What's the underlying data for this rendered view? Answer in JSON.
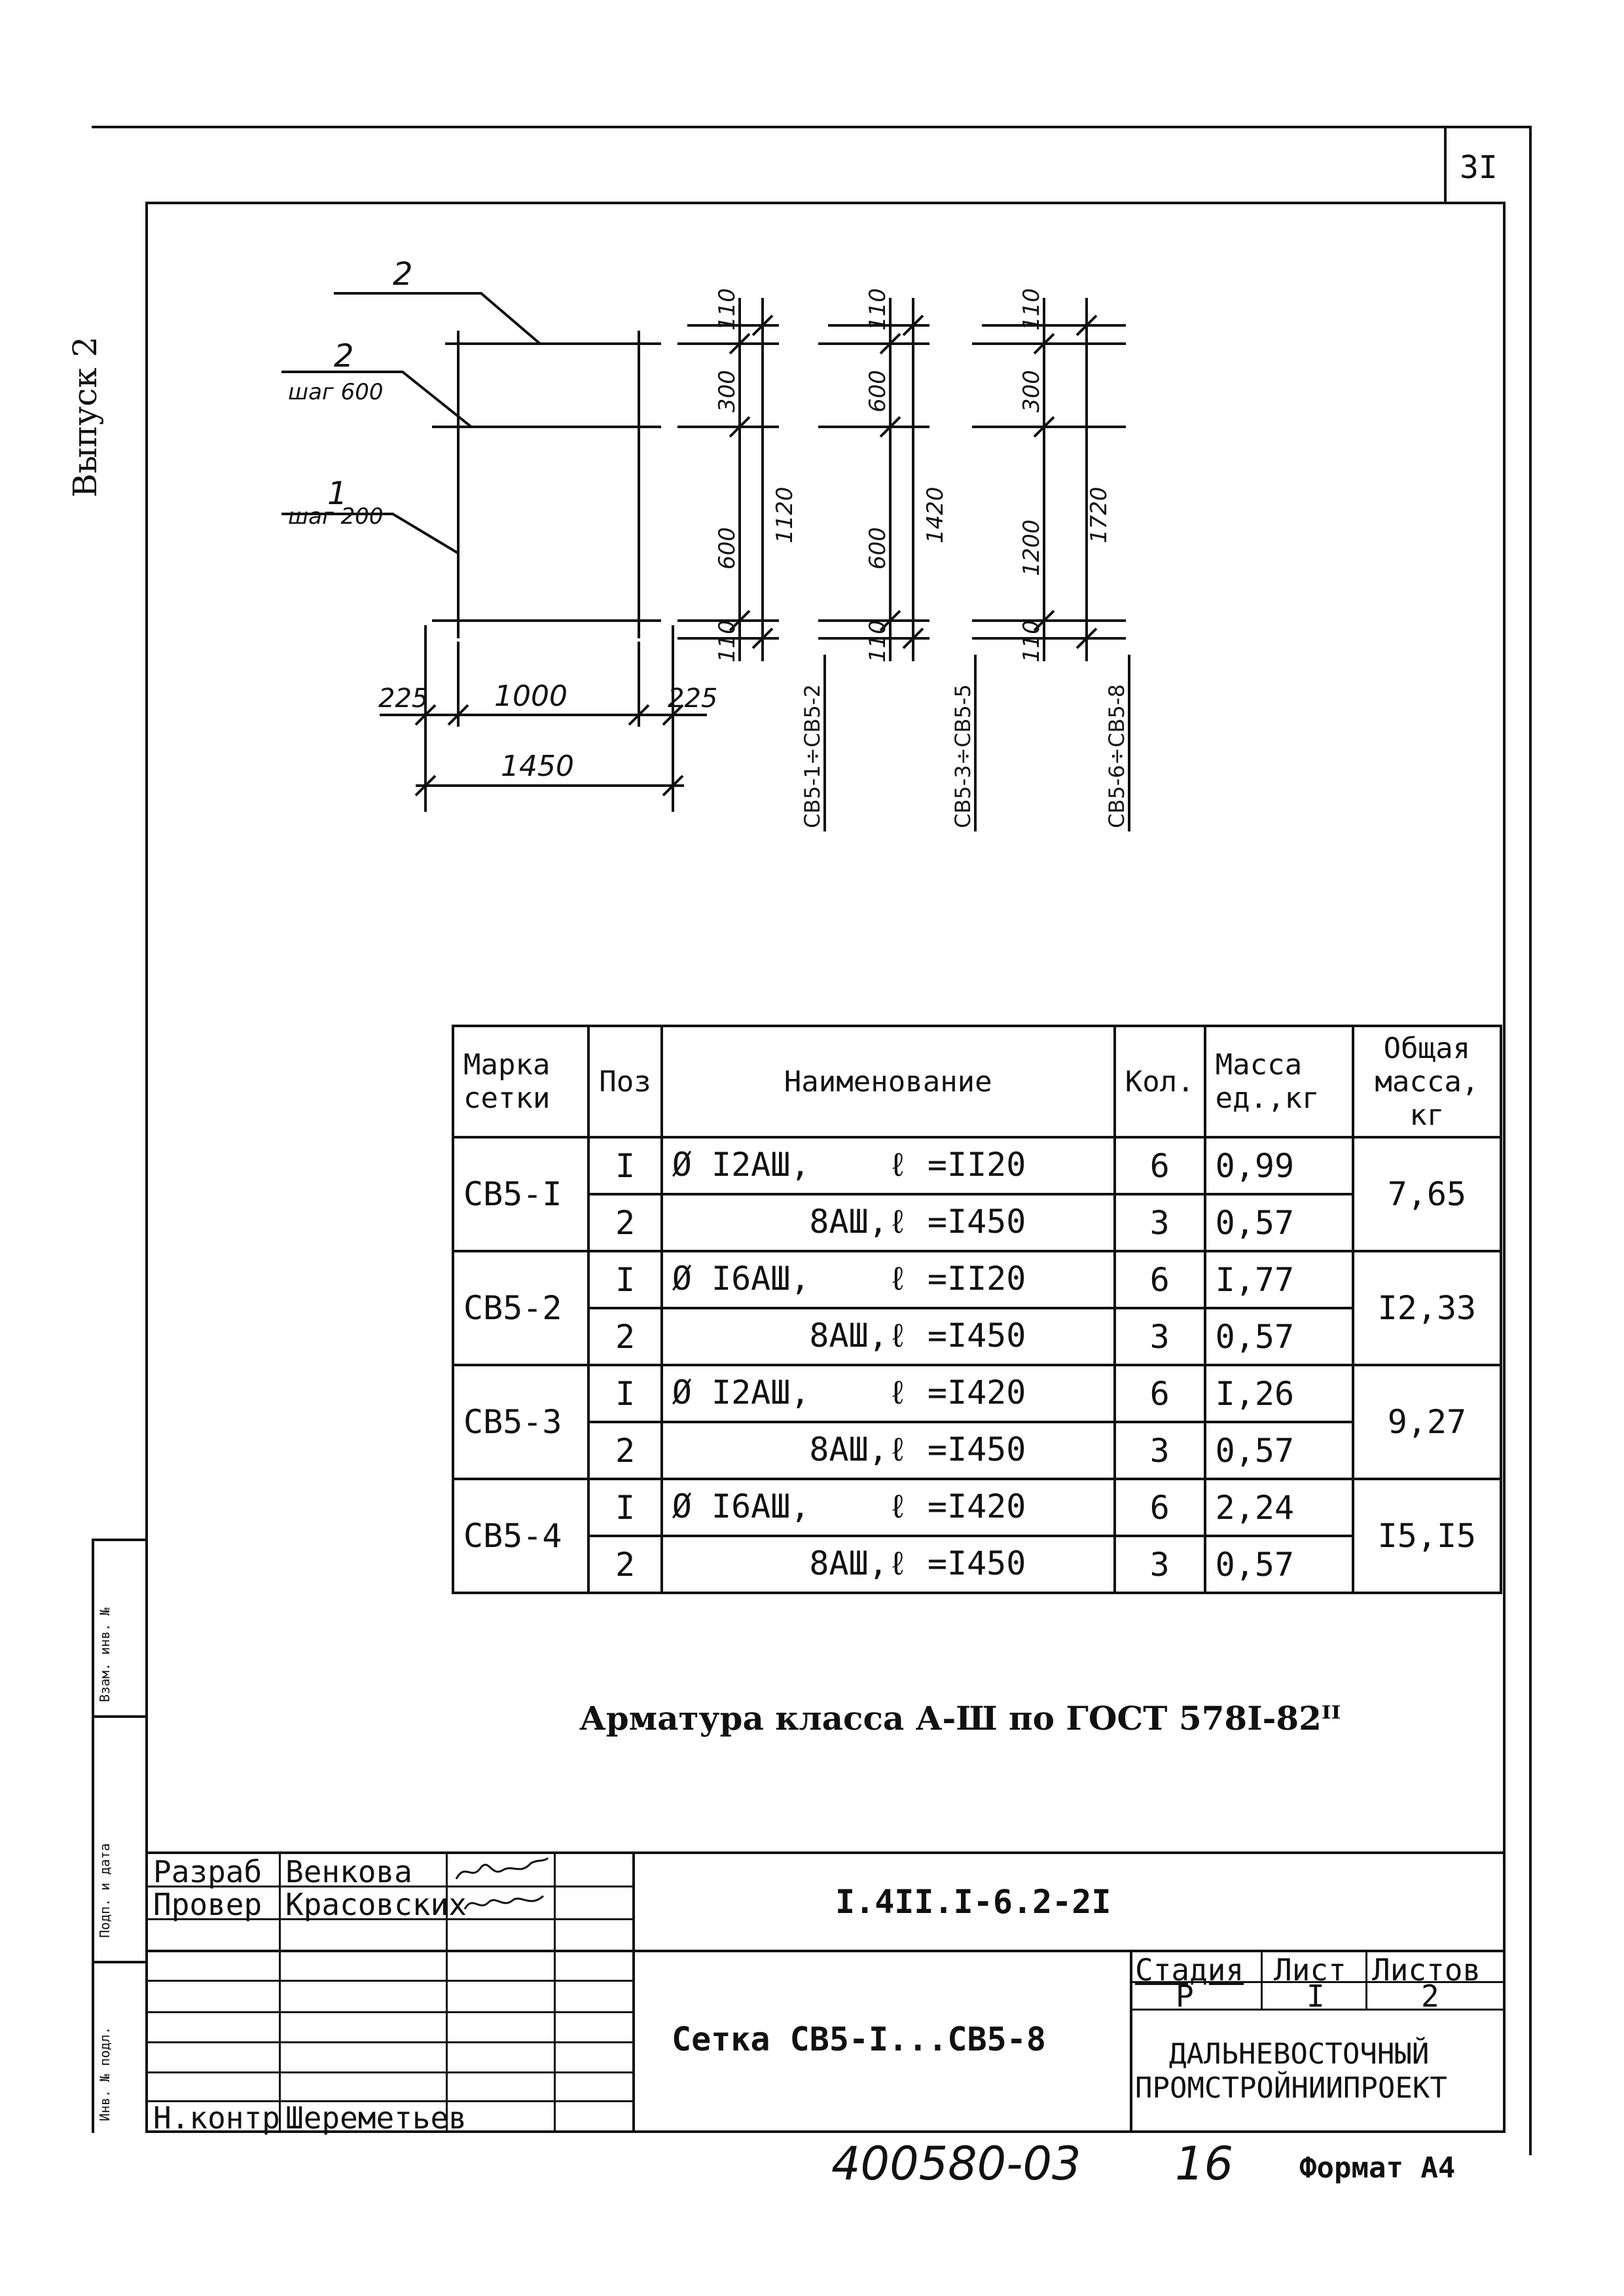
{
  "sheet": {
    "number": "3I",
    "side_label": "Выпуск 2",
    "footer_code": "400580-03",
    "footer_page": "16",
    "format": "Формат А4"
  },
  "drawing": {
    "callouts": [
      {
        "label": "2",
        "sub": ""
      },
      {
        "label": "2",
        "sub": "шаг 600"
      },
      {
        "label": "1",
        "sub": "шаг 200"
      }
    ],
    "bottom_dims": {
      "left": "225",
      "middle": "1000",
      "right": "225",
      "total": "1450"
    },
    "columns": [
      {
        "top": "110",
        "upper": "300",
        "lower": "600",
        "bottom": "110",
        "total": "1120",
        "mark": "СВ5-1÷СВ5-2"
      },
      {
        "top": "110",
        "upper": "600",
        "lower": "600",
        "bottom": "110",
        "total": "1420",
        "mark": "СВ5-3÷СВ5-5"
      },
      {
        "top": "110",
        "upper": "300",
        "lower": "1200",
        "bottom": "110",
        "total": "1720",
        "mark": "СВ5-6÷СВ5-8"
      }
    ]
  },
  "spec_table": {
    "headers": {
      "mark": [
        "Марка",
        "сетки"
      ],
      "pos": "Поз",
      "name": "Наименование",
      "qty": "Кол.",
      "unit_mass": [
        "Масса",
        "ед.,кг"
      ],
      "total_mass": [
        "Общая",
        "масса,",
        "кг"
      ]
    },
    "rows": [
      {
        "mark": "СВ5-I",
        "total": "7,65",
        "items": [
          {
            "pos": "I",
            "dia": "Ø I2АШ,",
            "len": "ℓ =II20",
            "qty": "6",
            "mass": "0,99"
          },
          {
            "pos": "2",
            "dia": "8АШ,",
            "len": "ℓ =I450",
            "qty": "3",
            "mass": "0,57"
          }
        ]
      },
      {
        "mark": "СВ5-2",
        "total": "I2,33",
        "items": [
          {
            "pos": "I",
            "dia": "Ø I6АШ,",
            "len": "ℓ =II20",
            "qty": "6",
            "mass": "I,77"
          },
          {
            "pos": "2",
            "dia": "8АШ,",
            "len": "ℓ =I450",
            "qty": "3",
            "mass": "0,57"
          }
        ]
      },
      {
        "mark": "СВ5-3",
        "total": "9,27",
        "items": [
          {
            "pos": "I",
            "dia": "Ø I2АШ,",
            "len": "ℓ =I420",
            "qty": "6",
            "mass": "I,26"
          },
          {
            "pos": "2",
            "dia": "8АШ,",
            "len": "ℓ =I450",
            "qty": "3",
            "mass": "0,57"
          }
        ]
      },
      {
        "mark": "СВ5-4",
        "total": "I5,I5",
        "items": [
          {
            "pos": "I",
            "dia": "Ø I6АШ,",
            "len": "ℓ =I420",
            "qty": "6",
            "mass": "2,24"
          },
          {
            "pos": "2",
            "dia": "8АШ,",
            "len": "ℓ =I450",
            "qty": "3",
            "mass": "0,57"
          }
        ]
      }
    ]
  },
  "note": "Арматура класса А-Ш по ГОСТ 578I-82ᴵᴵ",
  "title_block": {
    "roles": [
      {
        "role": "Разраб",
        "name": "Венкова"
      },
      {
        "role": "Провер",
        "name": "Красовских"
      },
      {
        "role": "Н.контр",
        "name": "Шереметьев"
      }
    ],
    "doc_code": "I.4II.I-6.2-2I",
    "title": "Сетка СВ5-I...СВ5-8",
    "stage_label": "Стадия",
    "stage": "Р",
    "sheet_label": "Лист",
    "sheet": "I",
    "sheets_label": "Листов",
    "sheets": "2",
    "org": [
      "ДАЛЬНЕВОСТОЧНЫЙ",
      "ПРОМСТРОЙНИИПРОЕКТ"
    ]
  },
  "stamp_side": [
    "Инв. № подл.",
    "Подп. и дата",
    "Взам. инв. №"
  ]
}
